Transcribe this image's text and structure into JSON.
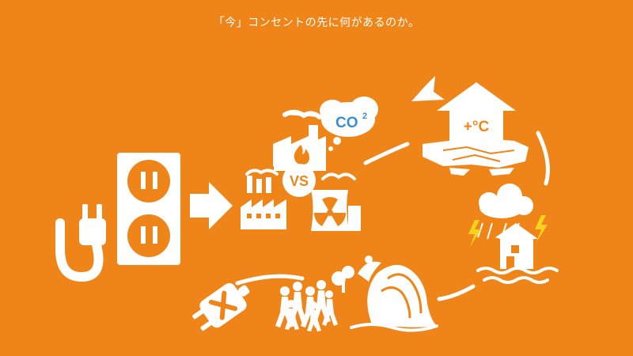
{
  "caption": "「今」コンセントの先に何があるのか。",
  "labels": {
    "co2_main": "CO",
    "co2_sub": "2",
    "versus": "VS",
    "temperature": "+°C"
  },
  "colors": {
    "background": "#ef8518",
    "foreground": "#ffffff",
    "co2_text": "#3b8fd0"
  },
  "icons": [
    "power-plug-icon",
    "wall-outlet-icon",
    "right-arrow-icon",
    "factory-icon",
    "fire-icon",
    "co2-cloud-icon",
    "nuclear-plant-icon",
    "radiation-icon",
    "melting-ice-icon",
    "temperature-arrow-icon",
    "storm-flood-icon",
    "tsunami-icon",
    "evacuating-people-icon",
    "unplugged-plug-icon"
  ]
}
